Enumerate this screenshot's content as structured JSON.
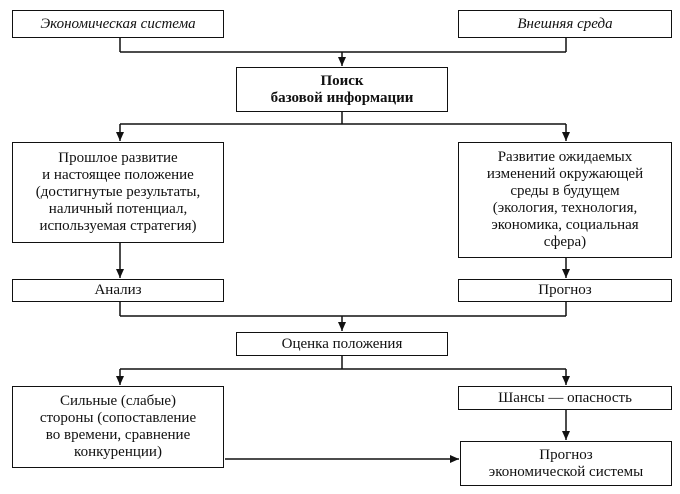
{
  "boxes": {
    "economic_system": "Экономическая система",
    "external_env": "Внешняя среда",
    "search": "Поиск\nбазовой информации",
    "past": "Прошлое развитие\nи настоящее положение\n(достигнутые результаты,\nналичный потенциал,\nиспользуемая стратегия)",
    "future": "Развитие ожидаемых\nизменений окружающей\nсреды в будущем\n(экология, технология,\nэкономика, социальная\nсфера)",
    "analysis": "Анализ",
    "forecast": "Прогноз",
    "assessment": "Оценка положения",
    "strengths": "Сильные (слабые)\nстороны (сопоставление\nво времени, сравнение\nконкуренции)",
    "chances": "Шансы — опасность",
    "system_forecast": "Прогноз\nэкономической системы"
  }
}
